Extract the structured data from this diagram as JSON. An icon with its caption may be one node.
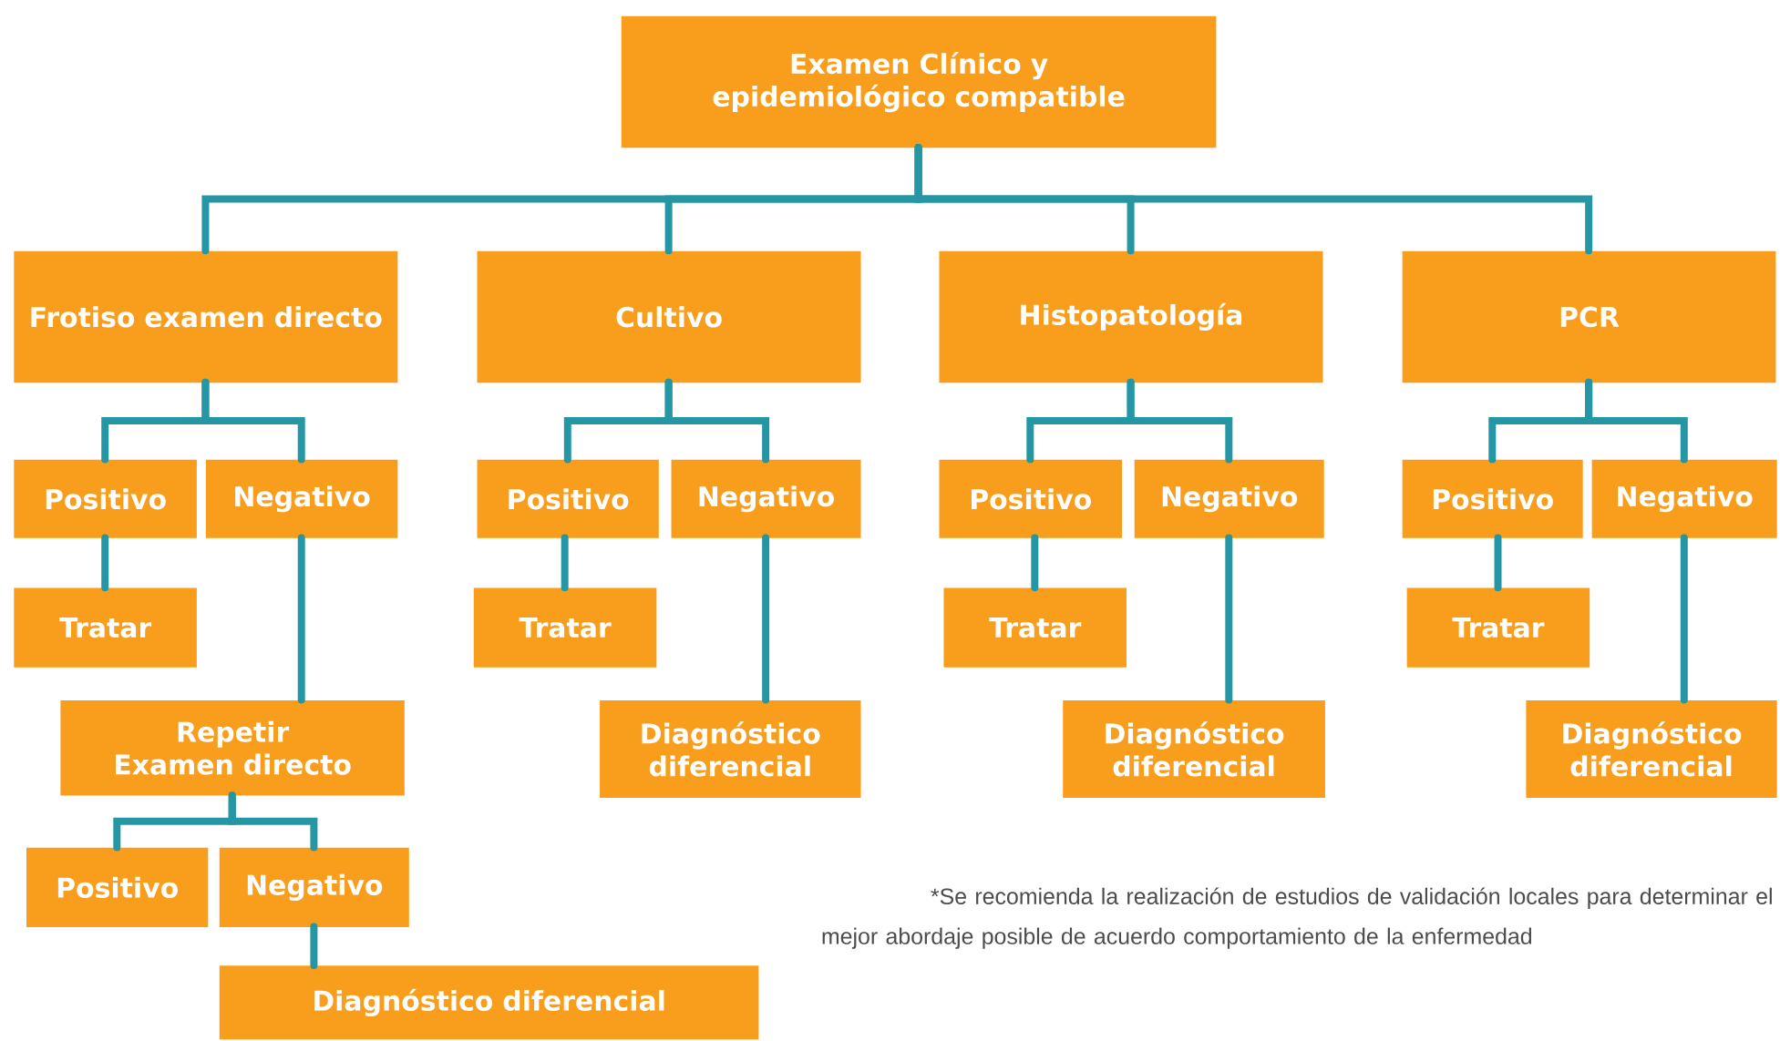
{
  "diagram": {
    "nodes": [
      {
        "text": [
          "Examen Clínico y epidemiológico compatible"
        ]
      },
      {
        "text": [
          "Frotiso examen directo"
        ]
      },
      {
        "text": [
          "Positivo"
        ]
      },
      {
        "text": [
          "Negativo"
        ]
      },
      {
        "text": [
          "Tratar"
        ]
      },
      {
        "text": [
          "Repetir Examen directo"
        ]
      },
      {
        "text": [
          "Positivo"
        ]
      },
      {
        "text": [
          "Negativo"
        ]
      },
      {
        "text": [
          "Diagnóstico diferencial"
        ]
      },
      {
        "text": [
          "Cultivo"
        ]
      },
      {
        "text": [
          "Positivo"
        ]
      },
      {
        "text": [
          "Negativo"
        ]
      },
      {
        "text": [
          "Tratar"
        ]
      },
      {
        "text": [
          "Diagnóstico diferencial"
        ]
      },
      {
        "text": [
          "Histopatología"
        ]
      },
      {
        "text": [
          "Positivo"
        ]
      },
      {
        "text": [
          "Negativo"
        ]
      },
      {
        "text": [
          "Tratar"
        ]
      },
      {
        "text": [
          "Diagnóstico diferencial"
        ]
      },
      {
        "text": [
          "PCR"
        ]
      },
      {
        "text": [
          "Positivo"
        ]
      },
      {
        "text": [
          "Negativo"
        ]
      },
      {
        "text": [
          "Tratar"
        ]
      },
      {
        "text": [
          "Diagnóstico diferencial"
        ]
      }
    ],
    "edges": [
      {
        "from": 0,
        "to": 1,
        "arrow": "none"
      },
      {
        "from": 0,
        "to": 9,
        "arrow": "none"
      },
      {
        "from": 0,
        "to": 14,
        "arrow": "none"
      },
      {
        "from": 0,
        "to": 19,
        "arrow": "none"
      },
      {
        "from": 1,
        "to": 2,
        "arrow": "none"
      },
      {
        "from": 1,
        "to": 3,
        "arrow": "none"
      },
      {
        "from": 2,
        "to": 4,
        "arrow": "none"
      },
      {
        "from": 3,
        "to": 5,
        "arrow": "none"
      },
      {
        "from": 5,
        "to": 6,
        "arrow": "none"
      },
      {
        "from": 5,
        "to": 7,
        "arrow": "none"
      },
      {
        "from": 7,
        "to": 8,
        "arrow": "none"
      },
      {
        "from": 9,
        "to": 10,
        "arrow": "none"
      },
      {
        "from": 9,
        "to": 11,
        "arrow": "none"
      },
      {
        "from": 10,
        "to": 12,
        "arrow": "none"
      },
      {
        "from": 11,
        "to": 13,
        "arrow": "none"
      },
      {
        "from": 14,
        "to": 15,
        "arrow": "none"
      },
      {
        "from": 14,
        "to": 16,
        "arrow": "none"
      },
      {
        "from": 15,
        "to": 17,
        "arrow": "none"
      },
      {
        "from": 16,
        "to": 18,
        "arrow": "none"
      },
      {
        "from": 19,
        "to": 20,
        "arrow": "none"
      },
      {
        "from": 19,
        "to": 21,
        "arrow": "none"
      },
      {
        "from": 20,
        "to": 22,
        "arrow": "none"
      },
      {
        "from": 21,
        "to": 23,
        "arrow": "none"
      }
    ],
    "labels": [
      "*Se recomienda la realización de estudios de validación locales para determinar el mejor abordaje posible de acuerdo comportamiento de la enfermedad"
    ]
  }
}
